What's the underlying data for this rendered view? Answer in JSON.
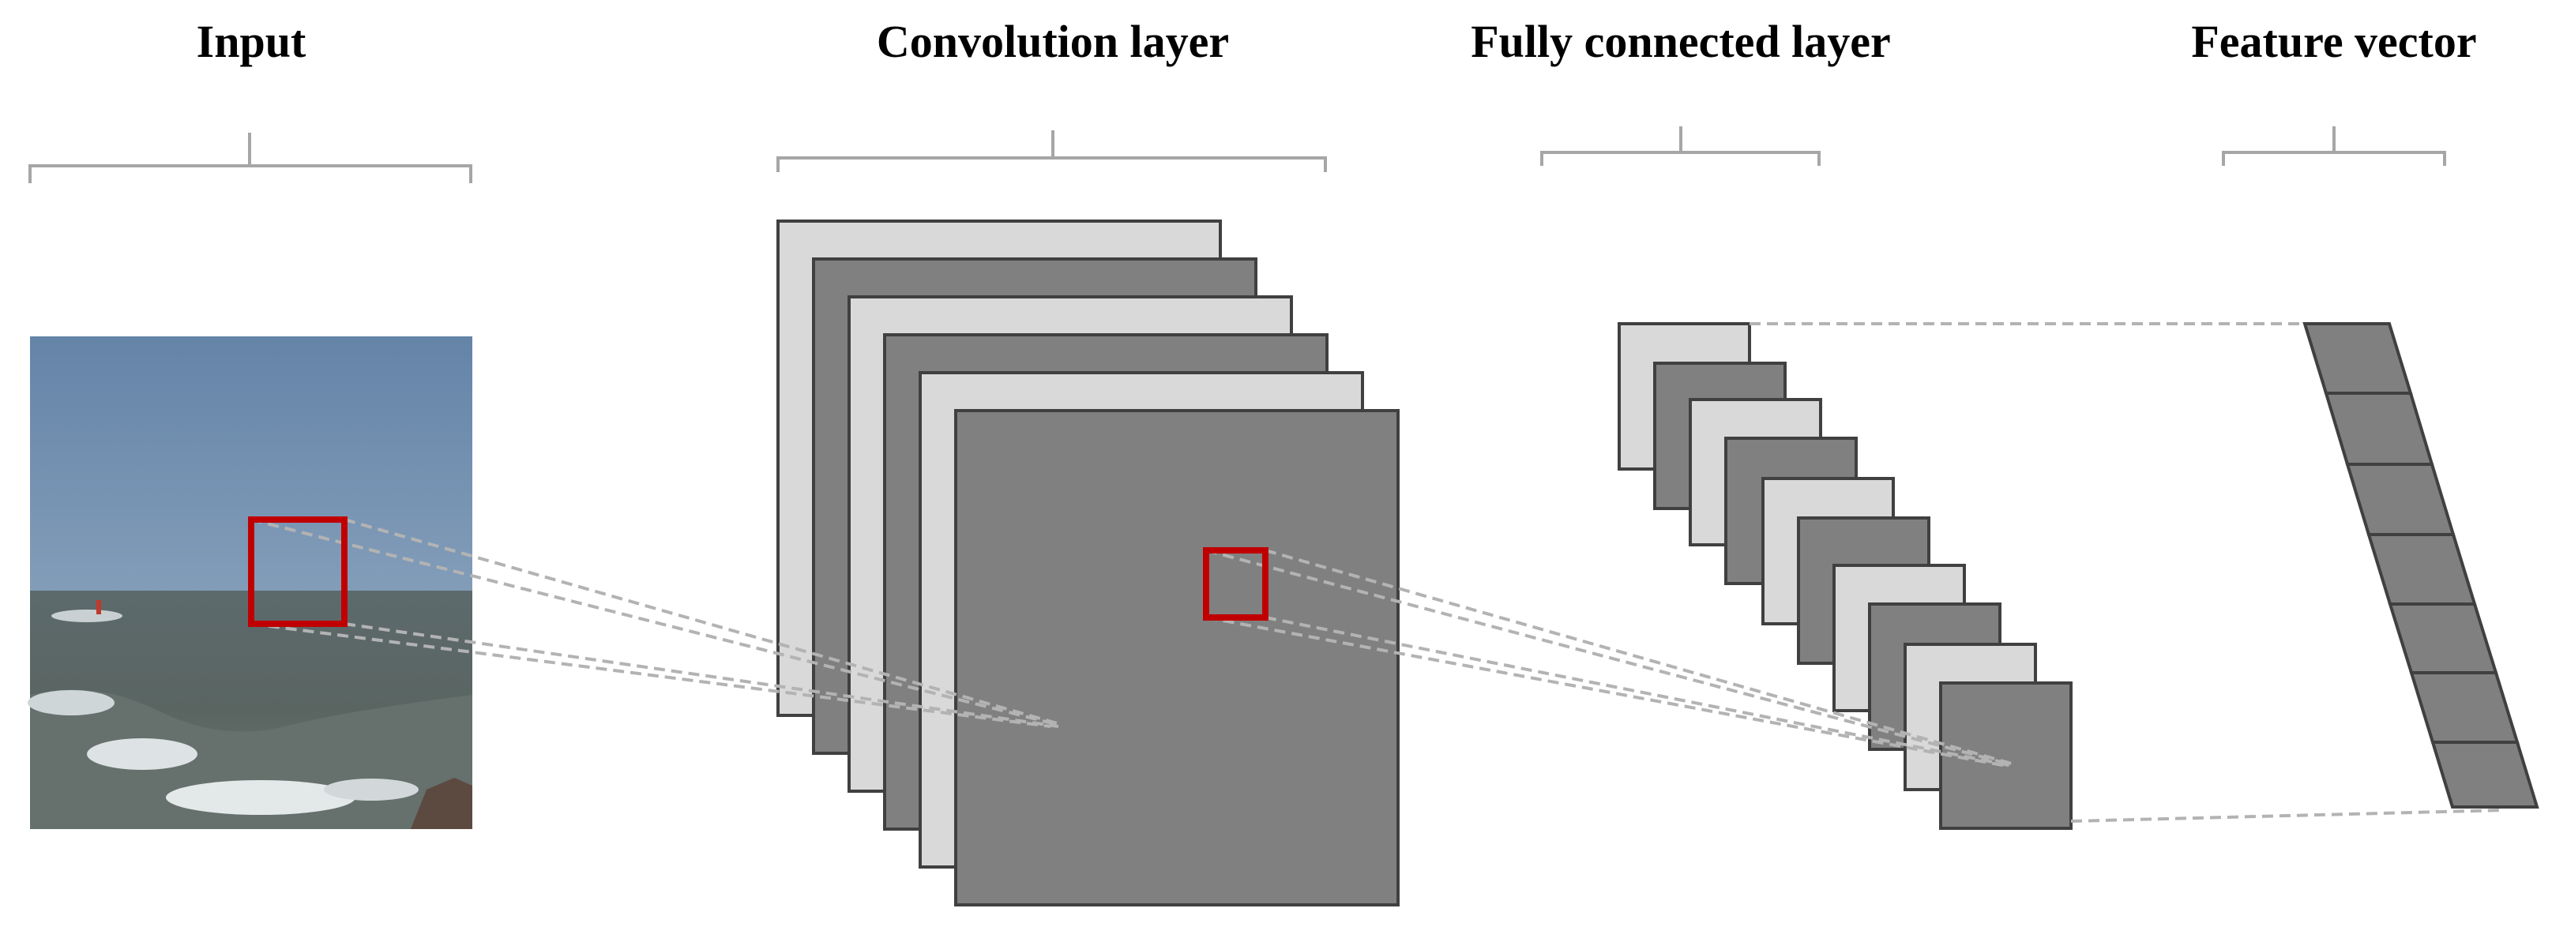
{
  "titles": {
    "input": "Input",
    "conv": "Convolution layer",
    "fc": "Fully connected layer",
    "feature": "Feature vector"
  },
  "colors": {
    "light_map": "#d9d9d9",
    "dark_map": "#808080",
    "outline": "#404040",
    "kernel_box": "#c00000",
    "dashed_connection": "#b3b3b3",
    "bracket": "#a6a6a6"
  },
  "conv_layer": {
    "feature_map_count": 6
  },
  "fc_layer": {
    "unit_count": 10
  },
  "feature_vector": {
    "cell_count": 7
  }
}
